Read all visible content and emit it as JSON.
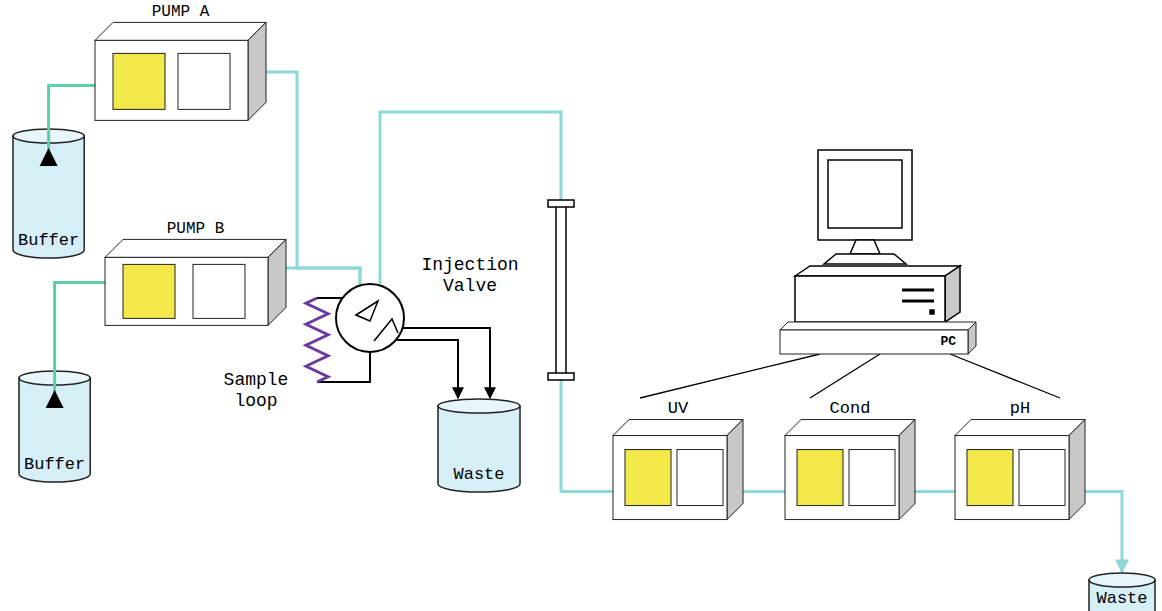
{
  "diagram": {
    "nodes": [
      {
        "text": [
          "PUMP A"
        ]
      },
      {
        "text": [
          "Buffer"
        ]
      },
      {
        "text": [
          "PUMP B"
        ]
      },
      {
        "text": [
          "Buffer"
        ]
      },
      {
        "text": [
          "Injection Valve"
        ]
      },
      {
        "text": [
          "Waste"
        ]
      },
      {
        "text": [
          "PC"
        ]
      },
      {
        "text": [
          "UV"
        ]
      },
      {
        "text": [
          "Cond"
        ]
      },
      {
        "text": [
          "pH"
        ]
      },
      {
        "text": [
          "Waste"
        ]
      }
    ],
    "edges": [
      {
        "from": 1,
        "to": 0,
        "arrow": "none"
      },
      {
        "from": 3,
        "to": 2,
        "arrow": "none"
      },
      {
        "from": 0,
        "to": 4,
        "arrow": "none"
      },
      {
        "from": 2,
        "to": 4,
        "arrow": "none"
      },
      {
        "from": 4,
        "to": 5,
        "arrow": "to"
      },
      {
        "from": 4,
        "to": 5,
        "arrow": "to"
      },
      {
        "from": 4,
        "to": 7,
        "arrow": "none"
      },
      {
        "from": 7,
        "to": 8,
        "arrow": "none"
      },
      {
        "from": 8,
        "to": 9,
        "arrow": "none"
      },
      {
        "from": 9,
        "to": 10,
        "arrow": "to"
      },
      {
        "from": 6,
        "to": 7,
        "arrow": "none"
      },
      {
        "from": 6,
        "to": 8,
        "arrow": "none"
      },
      {
        "from": 6,
        "to": 9,
        "arrow": "none"
      }
    ],
    "labels": [
      "Sample loop"
    ]
  }
}
